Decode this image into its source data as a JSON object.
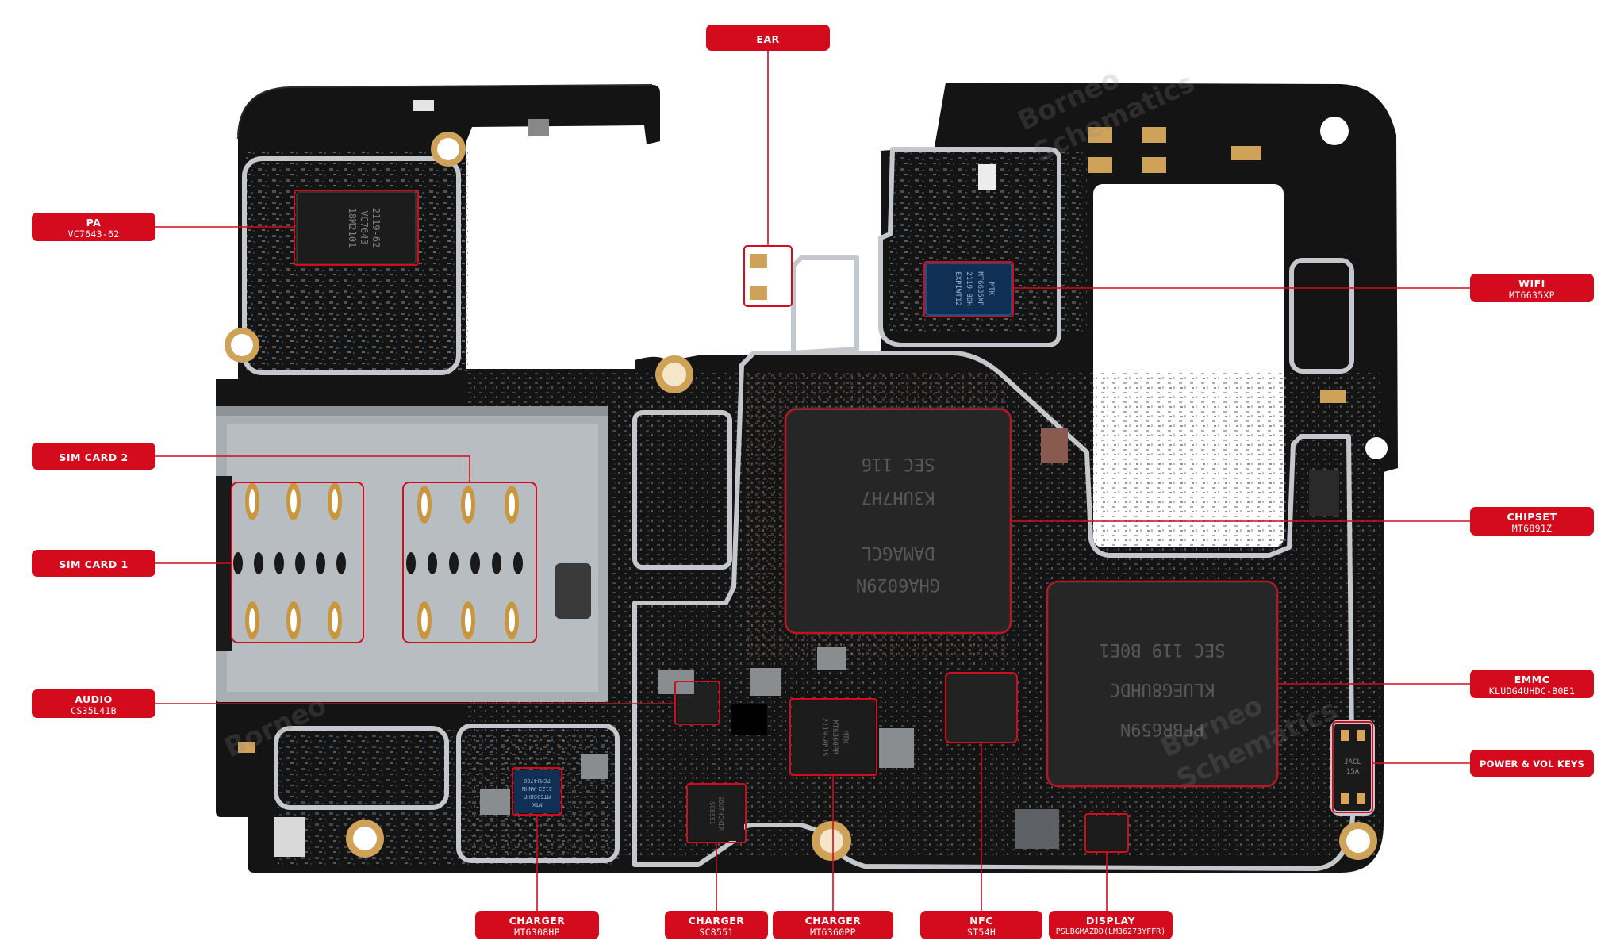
{
  "labels": {
    "ear": {
      "title": "EAR",
      "sub": ""
    },
    "pa": {
      "title": "PA",
      "sub": "VC7643-62"
    },
    "sim2": {
      "title": "SIM CARD 2",
      "sub": ""
    },
    "sim1": {
      "title": "SIM CARD 1",
      "sub": ""
    },
    "audio": {
      "title": "AUDIO",
      "sub": "CS35L41B"
    },
    "wifi": {
      "title": "WIFI",
      "sub": "MT6635XP"
    },
    "chipset": {
      "title": "CHIPSET",
      "sub": "MT6891Z"
    },
    "emmc": {
      "title": "EMMC",
      "sub": "KLUDG4UHDC-B0E1"
    },
    "power": {
      "title": "POWER & VOL KEYS",
      "sub": ""
    },
    "charger1": {
      "title": "CHARGER",
      "sub": "MT6308HP"
    },
    "charger2": {
      "title": "CHARGER",
      "sub": "SC8551"
    },
    "charger3": {
      "title": "CHARGER",
      "sub": "MT6360PP"
    },
    "nfc": {
      "title": "NFC",
      "sub": "ST54H"
    },
    "display": {
      "title": "DISPLAY",
      "sub": "PSLBGMAZDD(LM36273YFFR)"
    }
  },
  "chips": {
    "pa": [
      "VC7643",
      "2119-62",
      "18M2101"
    ],
    "wifi": [
      "MTK",
      "MT6635XP",
      "2119-BDH",
      "EXPIWT12"
    ],
    "cpu": [
      "GHA6029N",
      "DAMAGCL",
      "K3UH7H7",
      "SEC 116"
    ],
    "emmc": [
      "PFBR659N",
      "KLUEG8UHDC",
      "SEC 119 B0E1"
    ],
    "charger1": [
      "MTK",
      "MT6308HP",
      "2123-ANHN",
      "PCMJ4700"
    ],
    "charger3": [
      "MTK",
      "MT6360PP",
      "2119-ABJS"
    ],
    "charger2": [
      "SOUTHCHIP",
      "SC8551"
    ],
    "power": [
      "JACL",
      "15A"
    ]
  },
  "watermark": [
    "Borneo",
    "Schematics"
  ],
  "colors": {
    "accent": "#d30b1d",
    "board": "#151515",
    "shield": "#bfc3c7"
  }
}
